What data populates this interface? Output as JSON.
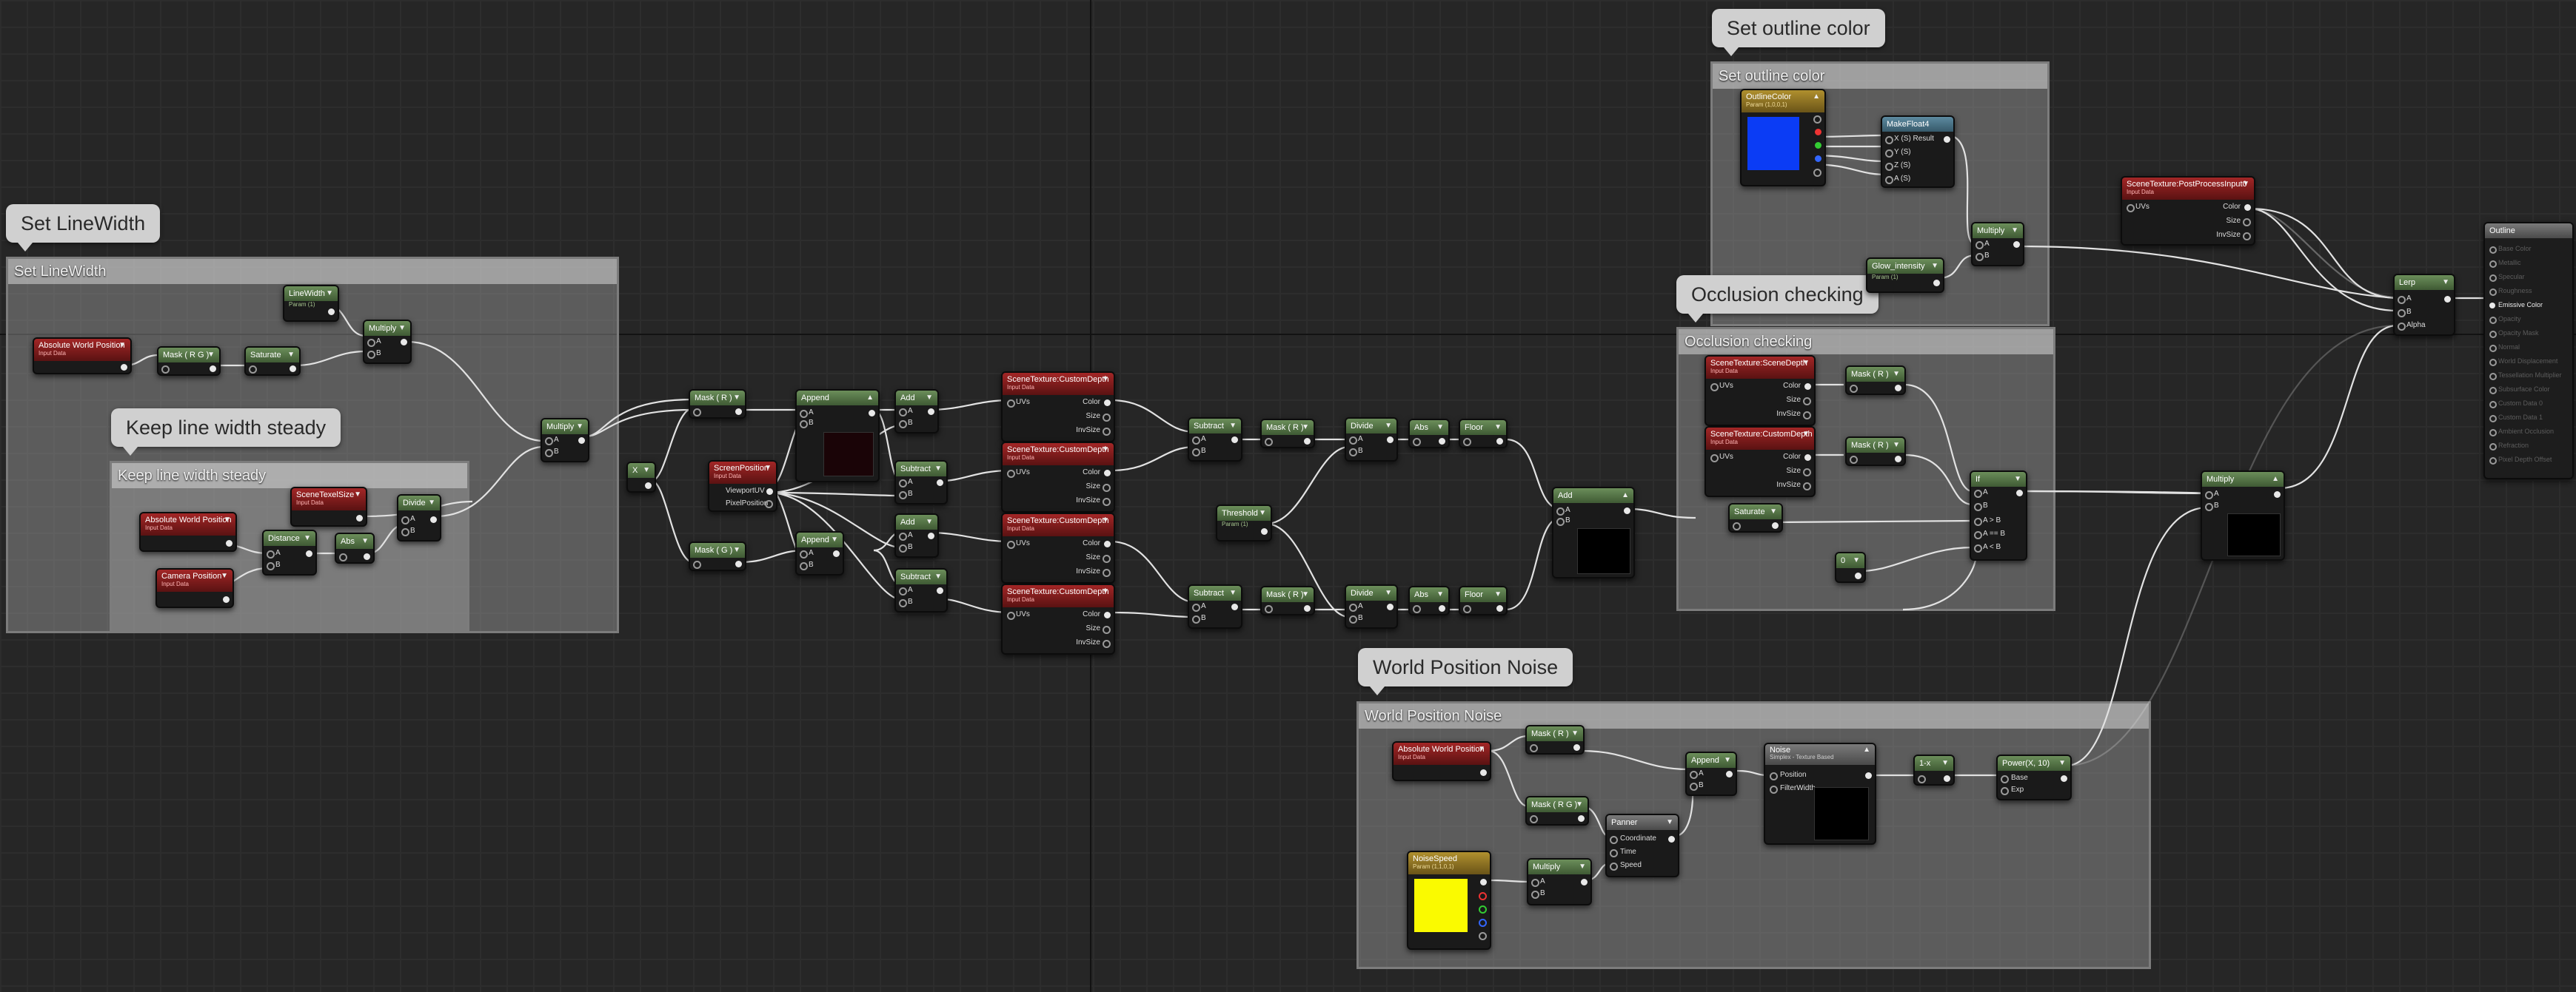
{
  "comments": {
    "linewidth": "Set LineWidth",
    "steady": "Keep line width steady",
    "outline": "Set outline color",
    "occlusion": "Occlusion checking",
    "noise": "World Position Noise"
  },
  "nodes": {
    "linewidth": {
      "title": "LineWidth",
      "sub": "Param (1)"
    },
    "awp1": {
      "title": "Absolute World Position",
      "sub": "Input Data"
    },
    "mask_rg1": {
      "title": "Mask ( R G )"
    },
    "saturate1": {
      "title": "Saturate"
    },
    "multiply1": {
      "title": "Multiply"
    },
    "texelsize": {
      "title": "SceneTexelSize",
      "sub": "Input Data"
    },
    "awp2": {
      "title": "Absolute World Position",
      "sub": "Input Data"
    },
    "distance": {
      "title": "Distance"
    },
    "abs1": {
      "title": "Abs"
    },
    "divide1": {
      "title": "Divide"
    },
    "camerapos": {
      "title": "Camera Position",
      "sub": "Input Data"
    },
    "multiply_main": {
      "title": "Multiply"
    },
    "const_x": {
      "title": "X"
    },
    "screenpos": {
      "title": "ScreenPosition",
      "sub": "Input Data",
      "pin1": "ViewportUV",
      "pin2": "PixelPosition"
    },
    "mask_r1": {
      "title": "Mask ( R )"
    },
    "mask_g1": {
      "title": "Mask ( G )"
    },
    "append1": {
      "title": "Append"
    },
    "append2": {
      "title": "Append"
    },
    "add1": {
      "title": "Add"
    },
    "subtract1": {
      "title": "Subtract"
    },
    "add2": {
      "title": "Add"
    },
    "subtract2": {
      "title": "Subtract"
    },
    "sd1": {
      "title": "SceneTexture:CustomDepth",
      "sub": "Input Data"
    },
    "sd2": {
      "title": "SceneTexture:CustomDepth",
      "sub": "Input Data"
    },
    "sd3": {
      "title": "SceneTexture:CustomDepth",
      "sub": "Input Data"
    },
    "sd4": {
      "title": "SceneTexture:CustomDepth",
      "sub": "Input Data"
    },
    "subtract3": {
      "title": "Subtract"
    },
    "subtract4": {
      "title": "Subtract"
    },
    "mask_r2": {
      "title": "Mask ( R )"
    },
    "mask_r3": {
      "title": "Mask ( R )"
    },
    "divide2": {
      "title": "Divide"
    },
    "divide3": {
      "title": "Divide"
    },
    "abs2": {
      "title": "Abs"
    },
    "abs3": {
      "title": "Abs"
    },
    "floor1": {
      "title": "Floor"
    },
    "floor2": {
      "title": "Floor"
    },
    "threshold": {
      "title": "Threshold",
      "sub": "Param (1)"
    },
    "add3": {
      "title": "Add"
    },
    "outlinecolor": {
      "title": "OutlineColor",
      "sub": "Param (1,0,0,1)"
    },
    "makefloat4": {
      "title": "MakeFloat4",
      "pinx": "X (S) Result",
      "piny": "Y (S)",
      "pinz": "Z (S)",
      "pina": "A (S)"
    },
    "multiply2": {
      "title": "Multiply"
    },
    "glow": {
      "title": "Glow_intensity",
      "sub": "Param (1)"
    },
    "scenedepth": {
      "title": "SceneTexture:SceneDepth",
      "sub": "Input Data"
    },
    "customdepth": {
      "title": "SceneTexture:CustomDepth",
      "sub": "Input Data"
    },
    "mask_r4": {
      "title": "Mask ( R )"
    },
    "mask_r5": {
      "title": "Mask ( R )"
    },
    "saturate2": {
      "title": "Saturate"
    },
    "if_node": {
      "title": "If",
      "pa": "A",
      "pb": "B",
      "pgt": "A > B",
      "peq": "A == B",
      "plt": "A < B"
    },
    "const_0": {
      "title": "0"
    },
    "multiply3": {
      "title": "Multiply"
    },
    "postprocess": {
      "title": "SceneTexture:PostProcessInput0",
      "sub": "Input Data"
    },
    "lerp": {
      "title": "Lerp",
      "alpha": "Alpha"
    },
    "awp3": {
      "title": "Absolute World Position",
      "sub": "Input Data"
    },
    "mask_r6": {
      "title": "Mask ( R )"
    },
    "mask_rg2": {
      "title": "Mask ( R G )"
    },
    "append3": {
      "title": "Append"
    },
    "panner": {
      "title": "Panner",
      "pin1": "Coordinate",
      "pin2": "Time",
      "pin3": "Speed"
    },
    "multiply4": {
      "title": "Multiply"
    },
    "noisespeed": {
      "title": "NoiseSpeed",
      "sub": "Param (1,1,0,1)"
    },
    "noise": {
      "title": "Noise",
      "sub": "Simplex - Texture Based",
      "pin1": "Position",
      "pin2": "FilterWidth"
    },
    "onex": {
      "title": "1-x"
    },
    "power": {
      "title": "Power(X, 10)",
      "pin1": "Base",
      "pin2": "Exp"
    }
  },
  "pin_labels": {
    "a": "A",
    "b": "B",
    "uvs": "UVs",
    "color": "Color",
    "size": "Size",
    "invsize": "InvSize"
  },
  "result": {
    "title": "Outline",
    "pins": [
      "Base Color",
      "Metallic",
      "Specular",
      "Roughness",
      "Emissive Color",
      "Opacity",
      "Opacity Mask",
      "Normal",
      "World Displacement",
      "Tessellation Multiplier",
      "Subsurface Color",
      "Custom Data 0",
      "Custom Data 1",
      "Ambient Occlusion",
      "Refraction",
      "Pixel Depth Offset"
    ],
    "active_index": 4
  },
  "colors": {
    "outline": "#0b3cf5",
    "noise_speed": "#fafa00",
    "param_node": "#5a7a48",
    "input_data": "#8a1d1d"
  }
}
